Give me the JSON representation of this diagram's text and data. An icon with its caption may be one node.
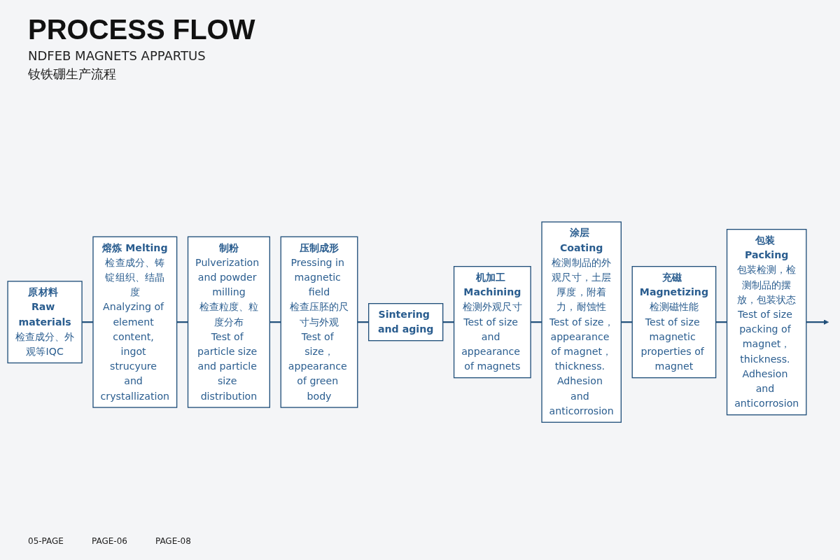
{
  "diagram": {
    "title": "PROCESS FLOW",
    "nodes": [
      {
        "text": [
          "原材料 Raw materials",
          "检查成分、外观等IQC"
        ]
      },
      {
        "text": [
          "熔炼 Melting",
          "检查成分、铸锭组织、结晶度",
          "Analyzing of element content, ingot strucyure and crystallization"
        ]
      },
      {
        "text": [
          "制粉",
          "Pulverization and powder milling",
          "检查粒度、粒度分布",
          "Test of particle size and particle size distribution"
        ]
      },
      {
        "text": [
          "压制成形",
          "Pressing in magnetic field",
          "检查压胚的尺寸与外观",
          "Test of size，appearance of green body"
        ]
      },
      {
        "text": [
          "Sintering and aging"
        ]
      },
      {
        "text": [
          "机加工 Machining",
          "检测外观尺寸",
          "Test of size and appearance of magnets"
        ]
      },
      {
        "text": [
          "涂层 Coating",
          "检测制品的外观尺寸，土层厚度，附着力，耐蚀性",
          "Test of size，appearance of magnet，thickness. Adhesion and anticorrosion"
        ]
      },
      {
        "text": [
          "充磁 Magnetizing",
          "检测磁性能",
          "Test of size magnetic properties of magnet"
        ]
      },
      {
        "text": [
          "包装 Packing",
          "包装检测，检测制品的摆放，包装状态",
          "Test of size packing of magnet，thickness. Adhesion and anticorrosion"
        ]
      }
    ],
    "edges": [
      {
        "from": 0,
        "to": 1,
        "arrow": "none"
      },
      {
        "from": 1,
        "to": 2,
        "arrow": "none"
      },
      {
        "from": 2,
        "to": 3,
        "arrow": "none"
      },
      {
        "from": 3,
        "to": 4,
        "arrow": "none"
      },
      {
        "from": 4,
        "to": 5,
        "arrow": "none"
      },
      {
        "from": 5,
        "to": 6,
        "arrow": "none"
      },
      {
        "from": 6,
        "to": 7,
        "arrow": "none"
      },
      {
        "from": 7,
        "to": 8,
        "arrow": "none"
      },
      {
        "from": 8,
        "to": null,
        "arrow": "to"
      }
    ],
    "labels": [
      "NDFEB MAGNETS APPARTUS",
      "钕铁硼生产流程",
      "05-PAGE",
      "PAGE-06",
      "PAGE-08"
    ]
  }
}
